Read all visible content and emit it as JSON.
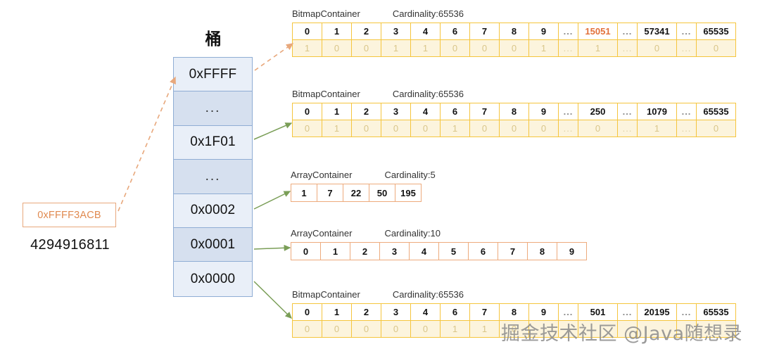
{
  "source": {
    "hex": "0xFFFF3ACB",
    "decimal": "4294916811"
  },
  "bucket": {
    "title": "桶",
    "rows": [
      {
        "label": "0xFFFF"
      },
      {
        "label": "..."
      },
      {
        "label": "0x1F01"
      },
      {
        "label": "..."
      },
      {
        "label": "0x0002"
      },
      {
        "label": "0x0001"
      },
      {
        "label": "0x0000"
      }
    ]
  },
  "watermark": "掘金技术社区 @Java随想录",
  "colors": {
    "bitmap_border": "#f2b705",
    "bitmap_fill": "#fcf4dd",
    "array_border": "#e08a50",
    "bucket_border": "#8fadd4",
    "bucket_fill_light": "#e9eff8",
    "bucket_fill_dark": "#d6e0ef",
    "highlight_text": "#e2703a",
    "dashed_arrow": "#e8a87c",
    "solid_arrow": "#6f9b4e"
  },
  "containers": [
    {
      "type_label": "BitmapContainer",
      "cardinality_label": "Cardinality:65536",
      "kind": "bitmap",
      "index_row": [
        "0",
        "1",
        "2",
        "3",
        "4",
        "6",
        "7",
        "8",
        "9",
        "...",
        "15051",
        "...",
        "57341",
        "...",
        "65535"
      ],
      "bit_row": [
        "1",
        "0",
        "0",
        "1",
        "1",
        "0",
        "0",
        "0",
        "1",
        "...",
        "1",
        "...",
        "0",
        "...",
        "0"
      ],
      "highlight_index": 10
    },
    {
      "type_label": "BitmapContainer",
      "cardinality_label": "Cardinality:65536",
      "kind": "bitmap",
      "index_row": [
        "0",
        "1",
        "2",
        "3",
        "4",
        "6",
        "7",
        "8",
        "9",
        "...",
        "250",
        "...",
        "1079",
        "...",
        "65535"
      ],
      "bit_row": [
        "0",
        "1",
        "0",
        "0",
        "0",
        "1",
        "0",
        "0",
        "0",
        "...",
        "0",
        "...",
        "1",
        "...",
        "0"
      ],
      "highlight_index": -1
    },
    {
      "type_label": "ArrayContainer",
      "cardinality_label": "Cardinality:5",
      "kind": "array",
      "index_row": [
        "1",
        "7",
        "22",
        "50",
        "195"
      ],
      "bit_row": [],
      "highlight_index": -1
    },
    {
      "type_label": "ArrayContainer",
      "cardinality_label": "Cardinality:10",
      "kind": "array",
      "index_row": [
        "0",
        "1",
        "2",
        "3",
        "4",
        "5",
        "6",
        "7",
        "8",
        "9"
      ],
      "bit_row": [],
      "highlight_index": -1
    },
    {
      "type_label": "BitmapContainer",
      "cardinality_label": "Cardinality:65536",
      "kind": "bitmap",
      "index_row": [
        "0",
        "1",
        "2",
        "3",
        "4",
        "6",
        "7",
        "8",
        "9",
        "...",
        "501",
        "...",
        "20195",
        "...",
        "65535"
      ],
      "bit_row": [
        "0",
        "0",
        "0",
        "0",
        "0",
        "1",
        "1",
        "0",
        "",
        "",
        "",
        "",
        "",
        "",
        ""
      ],
      "highlight_index": -1
    }
  ]
}
